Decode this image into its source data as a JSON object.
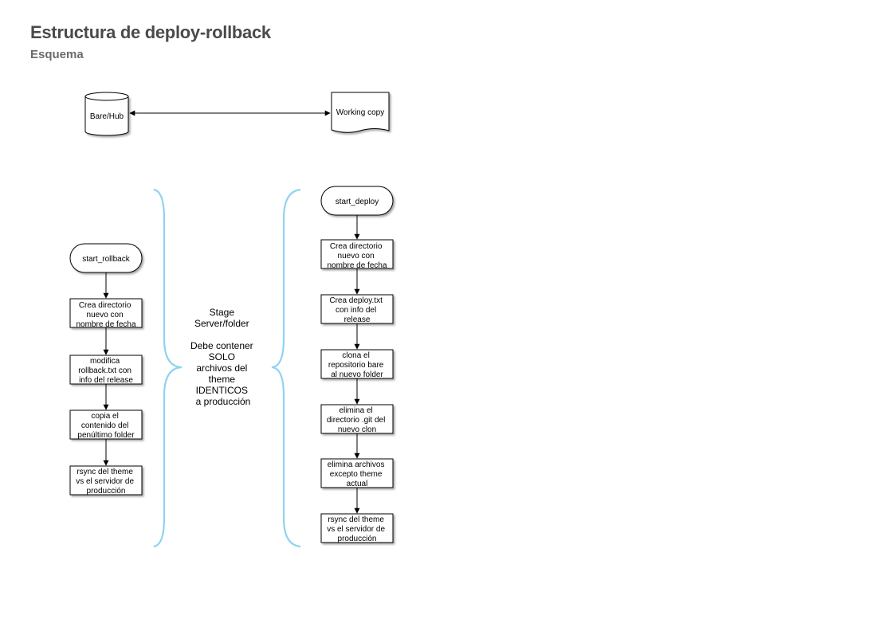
{
  "header": {
    "title": "Estructura de deploy-rollback",
    "subtitle": "Esquema"
  },
  "colors": {
    "brace": "#8fd3f0",
    "stroke": "#000000",
    "title": "#4a4a4a",
    "subtitle": "#6b6b6b"
  },
  "top": {
    "bare_hub": "Bare/Hub",
    "working_copy": "Working copy"
  },
  "stage": {
    "lines": [
      "Stage",
      "Server/folder",
      "",
      "Debe contener",
      "SOLO",
      "archivos del",
      "theme",
      "IDENTICOS",
      "a producción"
    ]
  },
  "rollback": {
    "start": "start_rollback",
    "steps": [
      [
        "Crea directorio",
        "nuevo con",
        "nombre de fecha"
      ],
      [
        "modifica",
        "rollback.txt con",
        "info del release"
      ],
      [
        "copia el",
        "contenido del",
        "penúltimo folder"
      ],
      [
        "rsync del theme",
        "vs el servidor de",
        "producción"
      ]
    ]
  },
  "deploy": {
    "start": "start_deploy",
    "steps": [
      [
        "Crea directorio",
        "nuevo con",
        "nombre de fecha"
      ],
      [
        "Crea deploy.txt",
        "con info del",
        "release"
      ],
      [
        "clona el",
        "repositorio bare",
        "al nuevo folder"
      ],
      [
        "elimina el",
        "directorio .git del",
        "nuevo clon"
      ],
      [
        "elimina archivos",
        "excepto theme",
        "actual"
      ],
      [
        "rsync del theme",
        "vs el servidor de",
        "producción"
      ]
    ]
  }
}
